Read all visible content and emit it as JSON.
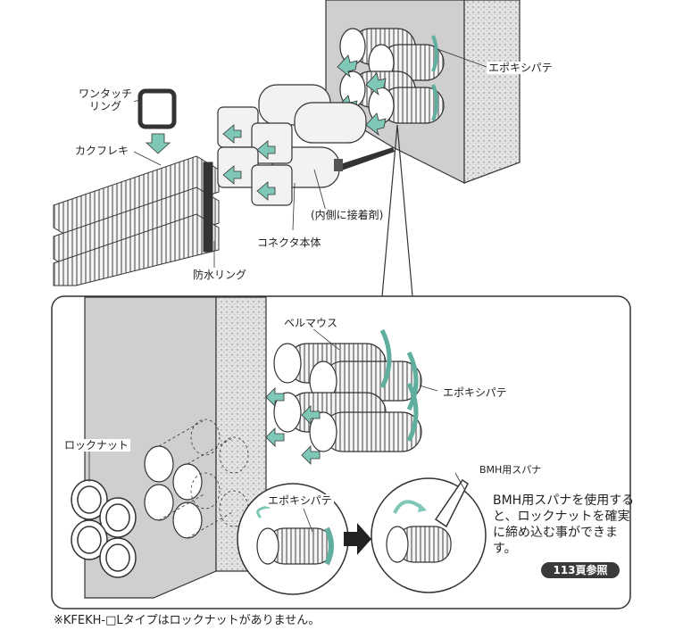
{
  "labels": {
    "one_touch_ring": "ワンタッチ\nリング",
    "kakufureki": "カクフレキ",
    "waterproof_ring": "防水リング",
    "connector_body": "コネクタ本体",
    "inner_adhesive": "(内側に接着剤)",
    "epoxy_putty_top": "エポキシパテ",
    "bellmouth": "ベルマウス",
    "epoxy_putty_mid": "エポキシパテ",
    "lock_nut": "ロックナット",
    "epoxy_putty_circle": "エポキシパテ",
    "bmh_spanner": "BMH用スパナ"
  },
  "note": "BMH用スパナを使用すると、ロックナットを確実に締め込む事ができます。",
  "badge": "113頁参照",
  "footnote": "※KFEKH-□Lタイプはロックナットがありません。",
  "colors": {
    "wall": "#d8d8d8",
    "wall_dark": "#bcbcbc",
    "putty": "#5fae9e",
    "arrow": "#7fc8b8",
    "dark": "#333333"
  }
}
